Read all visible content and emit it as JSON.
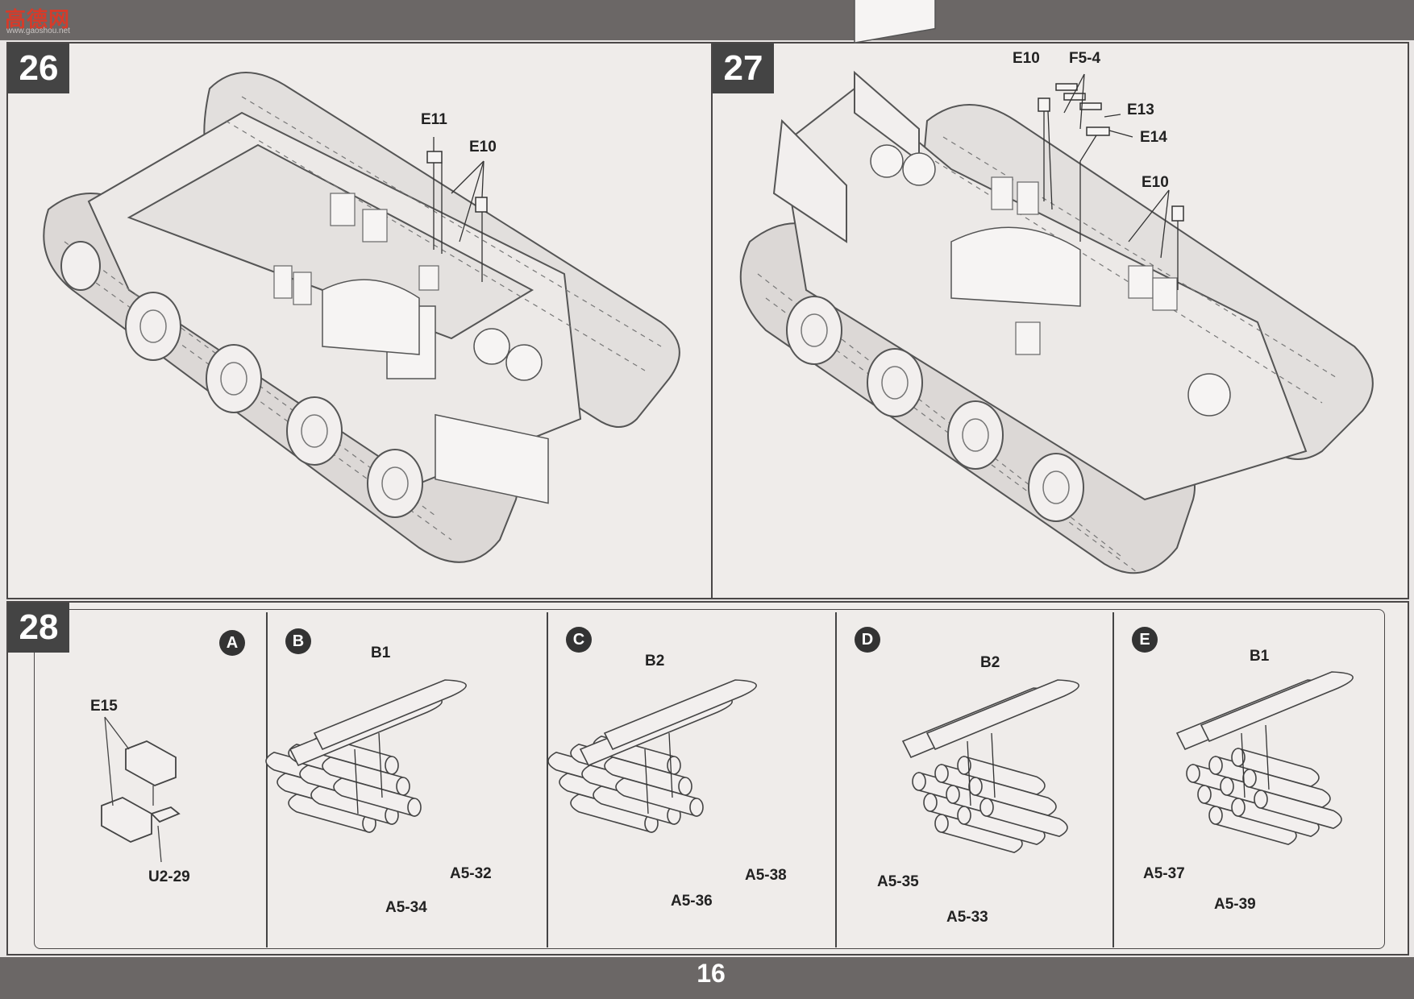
{
  "header": {
    "logo": "高德网",
    "logo_sub": "www.gaoshou.net"
  },
  "footer": {
    "page_number": "16"
  },
  "step26": {
    "number": "26",
    "labels": [
      "E11",
      "E10"
    ]
  },
  "step27": {
    "number": "27",
    "labels": [
      "E10",
      "F5-4",
      "E13",
      "E14",
      "E10"
    ]
  },
  "step28": {
    "number": "28",
    "panels": [
      {
        "id": "A",
        "labels": [
          "E15",
          "U2-29"
        ]
      },
      {
        "id": "B",
        "labels": [
          "B1",
          "A5-32",
          "A5-34"
        ]
      },
      {
        "id": "C",
        "labels": [
          "B2",
          "A5-38",
          "A5-36"
        ]
      },
      {
        "id": "D",
        "labels": [
          "B2",
          "A5-35",
          "A5-33"
        ]
      },
      {
        "id": "E",
        "labels": [
          "B1",
          "A5-37",
          "A5-39"
        ]
      }
    ]
  },
  "colors": {
    "band": "#6b6766",
    "paper": "#efecea",
    "ink": "#333333",
    "logo": "#d63b2a"
  }
}
